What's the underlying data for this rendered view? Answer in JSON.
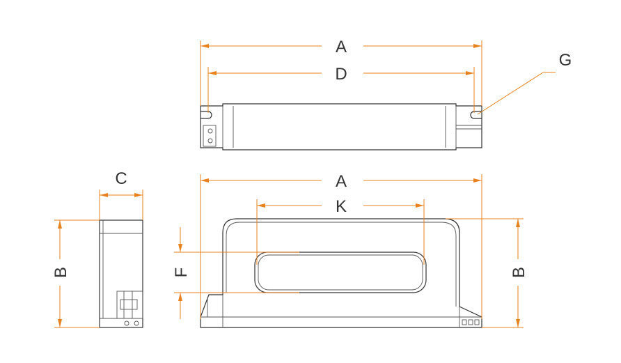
{
  "labels": {
    "A_top": "A",
    "D": "D",
    "G": "G",
    "C": "C",
    "A_front": "A",
    "K": "K",
    "F": "F",
    "B_left": "B",
    "B_right": "B"
  },
  "colors": {
    "dimension": "#e8821e",
    "outline": "#333333"
  }
}
